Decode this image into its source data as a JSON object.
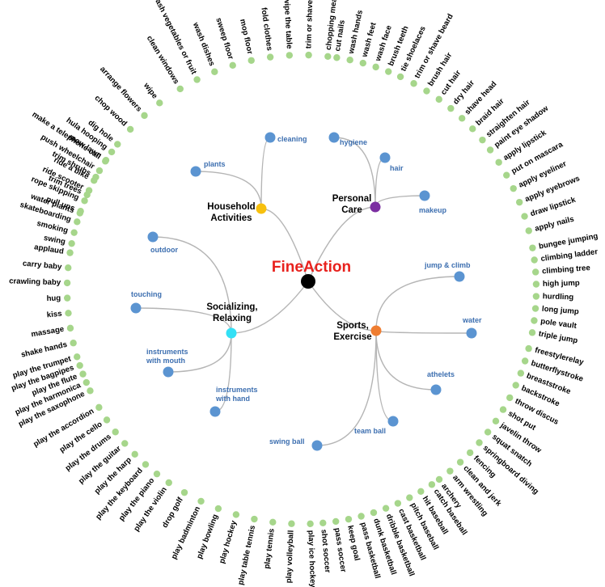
{
  "title": "FineAction",
  "colors": {
    "title": "#e8211d",
    "root": "#000000",
    "category": "#5b94d1",
    "leaf": "#a6d68b",
    "edge": "#b5b5b5",
    "category_text": "#3d6fb0"
  },
  "groups": [
    {
      "name": "Household Activities",
      "color": "#f7c00e",
      "categories": [
        {
          "name": "cleaning",
          "leaves": [
            "clean windows",
            "wash vegetables or fruit",
            "wash dishes",
            "sweep floor",
            "mop floor",
            "fold clothes",
            "wipe the table",
            "trim or shave beard",
            "chopping meat"
          ]
        },
        {
          "name": "plants",
          "leaves": [
            "water plants",
            "trim trees",
            "trim shrubs",
            "mow lawn",
            "dig hole",
            "chop wood",
            "arrange flowers",
            "wipe"
          ]
        }
      ]
    },
    {
      "name": "Personal Care",
      "color": "#7b2ea1",
      "categories": [
        {
          "name": "hygiene",
          "leaves": [
            "cut nails",
            "wash hands",
            "wash feet",
            "wash face",
            "brush teeth"
          ]
        },
        {
          "name": "hair",
          "leaves": [
            "tie shoelaces",
            "trim or shave beard",
            "brush hair",
            "cut hair",
            "dry hair",
            "shave head",
            "braid hair",
            "straighten hair"
          ]
        },
        {
          "name": "makeup",
          "leaves": [
            "paint eye shadow",
            "apply lipstick",
            "put on mascara",
            "apply eyeliner",
            "apply eyebrows",
            "draw lipstick",
            "apply nails"
          ]
        }
      ]
    },
    {
      "name": "Sports, Exercise",
      "color": "#ef7d31",
      "categories": [
        {
          "name": "jump & climb",
          "leaves": [
            "bungee jumping",
            "climbing ladder",
            "climbing tree",
            "high jump",
            "hurdling",
            "long jump",
            "pole vault",
            "triple jump"
          ]
        },
        {
          "name": "water",
          "leaves": [
            "freestylerelay",
            "butterflystroke",
            "breaststroke",
            "backstroke"
          ]
        },
        {
          "name": "athelets",
          "leaves": [
            "throw discus",
            "shot put",
            "javelin throw",
            "squat snatch",
            "springboard diving",
            "fencing",
            "clean and jerk",
            "arm wrestling",
            "archery"
          ]
        },
        {
          "name": "team ball",
          "leaves": [
            "catch baseball",
            "hit baseball",
            "pitch baseball",
            "cast basketball",
            "dribble basketball",
            "dunk basketball",
            "pass basketball",
            "keep goal",
            "pass soccer",
            "shot soccer"
          ]
        },
        {
          "name": "swing ball",
          "leaves": [
            "play ice hockey",
            "play volleyball",
            "play tennis",
            "play table tennis",
            "play hockey",
            "play bowling",
            "play badminton",
            "drop golf"
          ]
        }
      ]
    },
    {
      "name": "Socializing, Relaxing",
      "color": "#33e0f5",
      "categories": [
        {
          "name": "instruments with hand",
          "leaves": [
            "play the violin",
            "play the piano",
            "play the keyboard",
            "play the harp",
            "play the guitar",
            "play the drums",
            "play the cello",
            "play the accordion"
          ]
        },
        {
          "name": "instruments with mouth",
          "leaves": [
            "play the saxophone",
            "play the harmonica",
            "play the flute",
            "play the bagpipes",
            "play the trumpet"
          ]
        },
        {
          "name": "touching",
          "leaves": [
            "shake hands",
            "massage",
            "kiss",
            "hug",
            "crawling baby",
            "carry baby",
            "applaud"
          ]
        },
        {
          "name": "outdoor",
          "leaves": [
            "swing",
            "smoking",
            "skateboarding",
            "pull ups",
            "rope skipping",
            "ride scooter",
            "ride a bike",
            "push wheelchair",
            "make a telephone call",
            "hula hooping"
          ]
        }
      ]
    }
  ]
}
